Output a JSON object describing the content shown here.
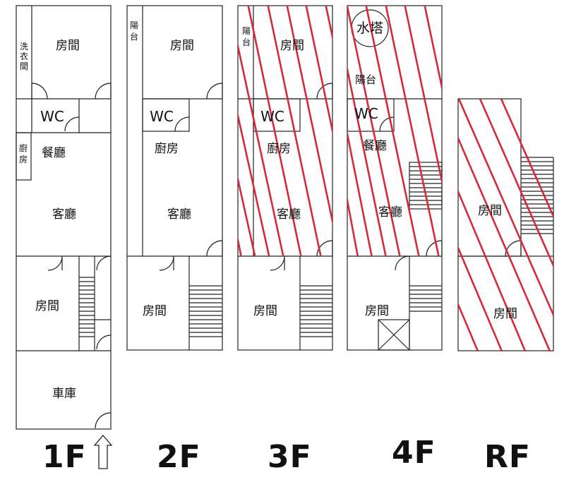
{
  "floors": {
    "f1": {
      "label": "1F",
      "laundry": [
        "洗",
        "衣",
        "間"
      ],
      "room_top": "房間",
      "wc": "WC",
      "kitchen": [
        "廚",
        "房"
      ],
      "dining": "餐廳",
      "living": "客廳",
      "room_mid": "房間",
      "garage": "車庫",
      "entrance": "entrance-arrow"
    },
    "f2": {
      "label": "2F",
      "balcony": [
        "陽",
        "台"
      ],
      "room_top": "房間",
      "wc": "WC",
      "kitchen": "廚房",
      "living": "客廳",
      "room_bottom": "房間"
    },
    "f3": {
      "label": "3F",
      "balcony": [
        "陽",
        "台"
      ],
      "room_top": "房間",
      "wc": "WC",
      "kitchen": "廚房",
      "living": "客廳",
      "room_bottom": "房間"
    },
    "f4": {
      "label": "4F",
      "water_tower": "水塔",
      "balcony": "陽台",
      "wc": "WC",
      "dining": "餐廳",
      "living": "客廳",
      "room_bottom": "房間"
    },
    "rf": {
      "label": "RF",
      "room_top": "房間",
      "room_bottom": "房間"
    }
  },
  "colors": {
    "wall": "#222222",
    "hatch": "#d42a3a"
  }
}
